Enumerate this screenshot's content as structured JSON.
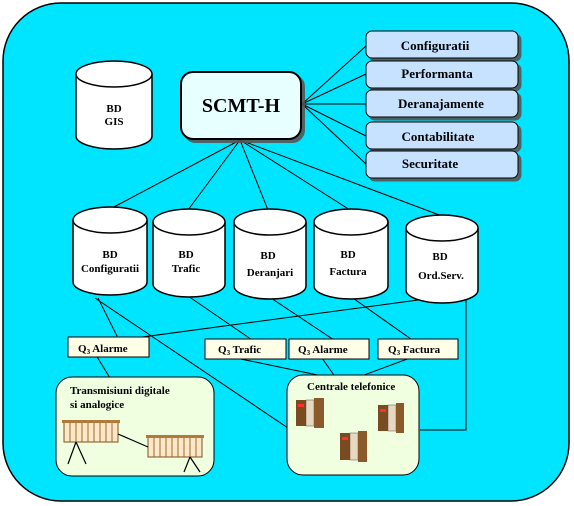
{
  "center": {
    "title": "SCMT-H"
  },
  "gis": {
    "line1": "BD",
    "line2": "GIS"
  },
  "functions": [
    "Configuratii",
    "Performanta",
    "Deranajamente",
    "Contabilitate",
    "Securitate"
  ],
  "databases": [
    {
      "line1": "BD",
      "line2": "Configuratii"
    },
    {
      "line1": "BD",
      "line2": "Trafic"
    },
    {
      "line1": "BD",
      "line2": "Deranjari"
    },
    {
      "line1": "BD",
      "line2": "Factura"
    },
    {
      "line1": "BD",
      "line2": "Ord.Serv."
    }
  ],
  "q3_prefix": "Q",
  "q3_sub": "3",
  "q3_interfaces": [
    "Alarme",
    "Trafic",
    "Alarme",
    "Factura"
  ],
  "transmission": {
    "line1": "Transmisiuni digitale",
    "line2": "si analogice"
  },
  "exchanges": {
    "title": "Centrale telefonice"
  },
  "colors": {
    "background": "#00e5ff",
    "function_box": "#c6e2ff",
    "equipment_panel": "#efffe0",
    "q3_box": "#ffffe8",
    "cylinder": "#ffffff",
    "equipment_rack": "#b07a3a"
  }
}
